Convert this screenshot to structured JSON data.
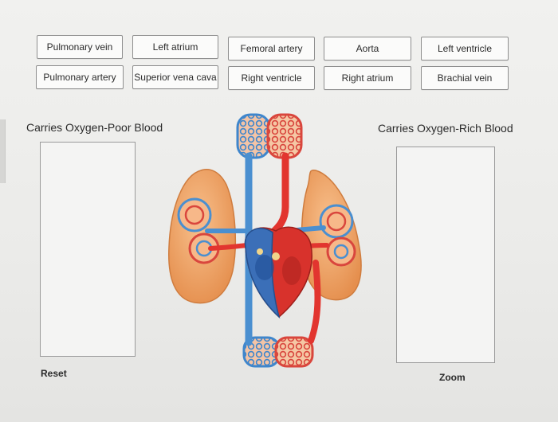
{
  "terms": {
    "row1": [
      "Pulmonary vein",
      "Left atrium",
      "Femoral artery",
      "Aorta",
      "Left ventricle"
    ],
    "row2": [
      "Pulmonary artery",
      "Superior vena cava",
      "Right ventricle",
      "Right atrium",
      "Brachial vein"
    ]
  },
  "zones": {
    "poor_label": "Carries Oxygen-Poor Blood",
    "rich_label": "Carries Oxygen-Rich Blood"
  },
  "controls": {
    "reset_label": "Reset",
    "zoom_label": "Zoom"
  },
  "colors": {
    "deoxygenated": "#4a8fd0",
    "oxygenated": "#e2352f",
    "lung": "#f2a468"
  }
}
